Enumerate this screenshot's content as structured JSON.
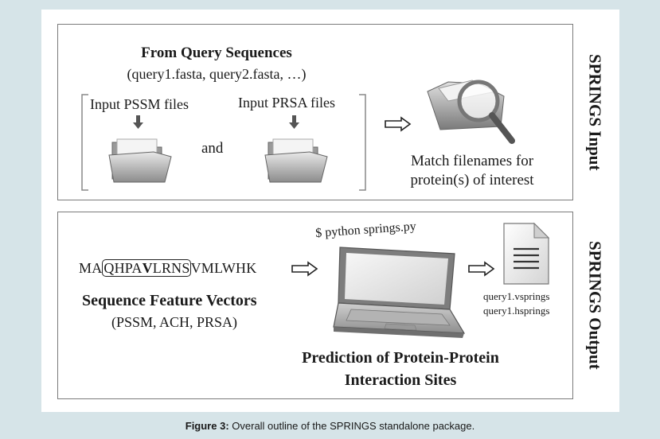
{
  "input_panel": {
    "title": "From Query Sequences",
    "subtitle": "(query1.fasta, query2.fasta, …)",
    "pssm_label": "Input PSSM files",
    "prsa_label": "Input PRSA files",
    "and_label": "and",
    "match_line1": "Match filenames for",
    "match_line2": "protein(s) of interest",
    "side_label": "SPRINGS Input"
  },
  "output_panel": {
    "sequence": {
      "prefix": "MA",
      "window_before": "QHPA",
      "window_center": "V",
      "window_after": "LRNS",
      "suffix": "VMLWHK"
    },
    "feature_title": "Sequence Feature Vectors",
    "feature_subtitle": "(PSSM, ACH, PRSA)",
    "command": "$ python springs.py",
    "output_file1": "query1.vsprings",
    "output_file2": "query1.hsprings",
    "prediction_line1": "Prediction of Protein-Protein",
    "prediction_line2": "Interaction Sites",
    "side_label": "SPRINGS Output"
  },
  "caption": {
    "label": "Figure 3:",
    "text": " Overall outline of the SPRINGS standalone package."
  },
  "icons": [
    "folder-icon",
    "magnifier-folder-icon",
    "laptop-icon",
    "document-icon",
    "arrow-right-icon",
    "arrow-down-icon"
  ],
  "colors": {
    "background": "#d6e4e8",
    "panel_border": "#7a7a7a",
    "text": "#1a1a1a"
  }
}
